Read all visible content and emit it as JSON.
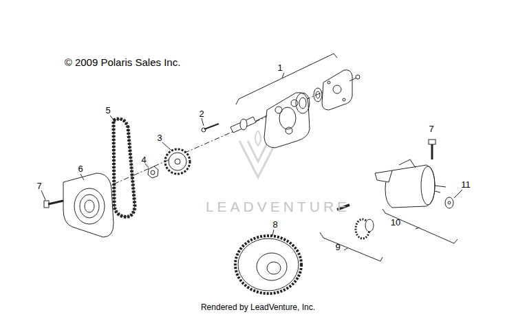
{
  "diagram": {
    "labels": [
      "© 2009 Polaris Sales Inc.",
      "1",
      "2",
      "3",
      "4",
      "5",
      "6",
      "7",
      "7",
      "8",
      "9",
      "10",
      "11",
      "LEADVENTURE",
      "Rendered by LeadVenture, Inc."
    ]
  }
}
